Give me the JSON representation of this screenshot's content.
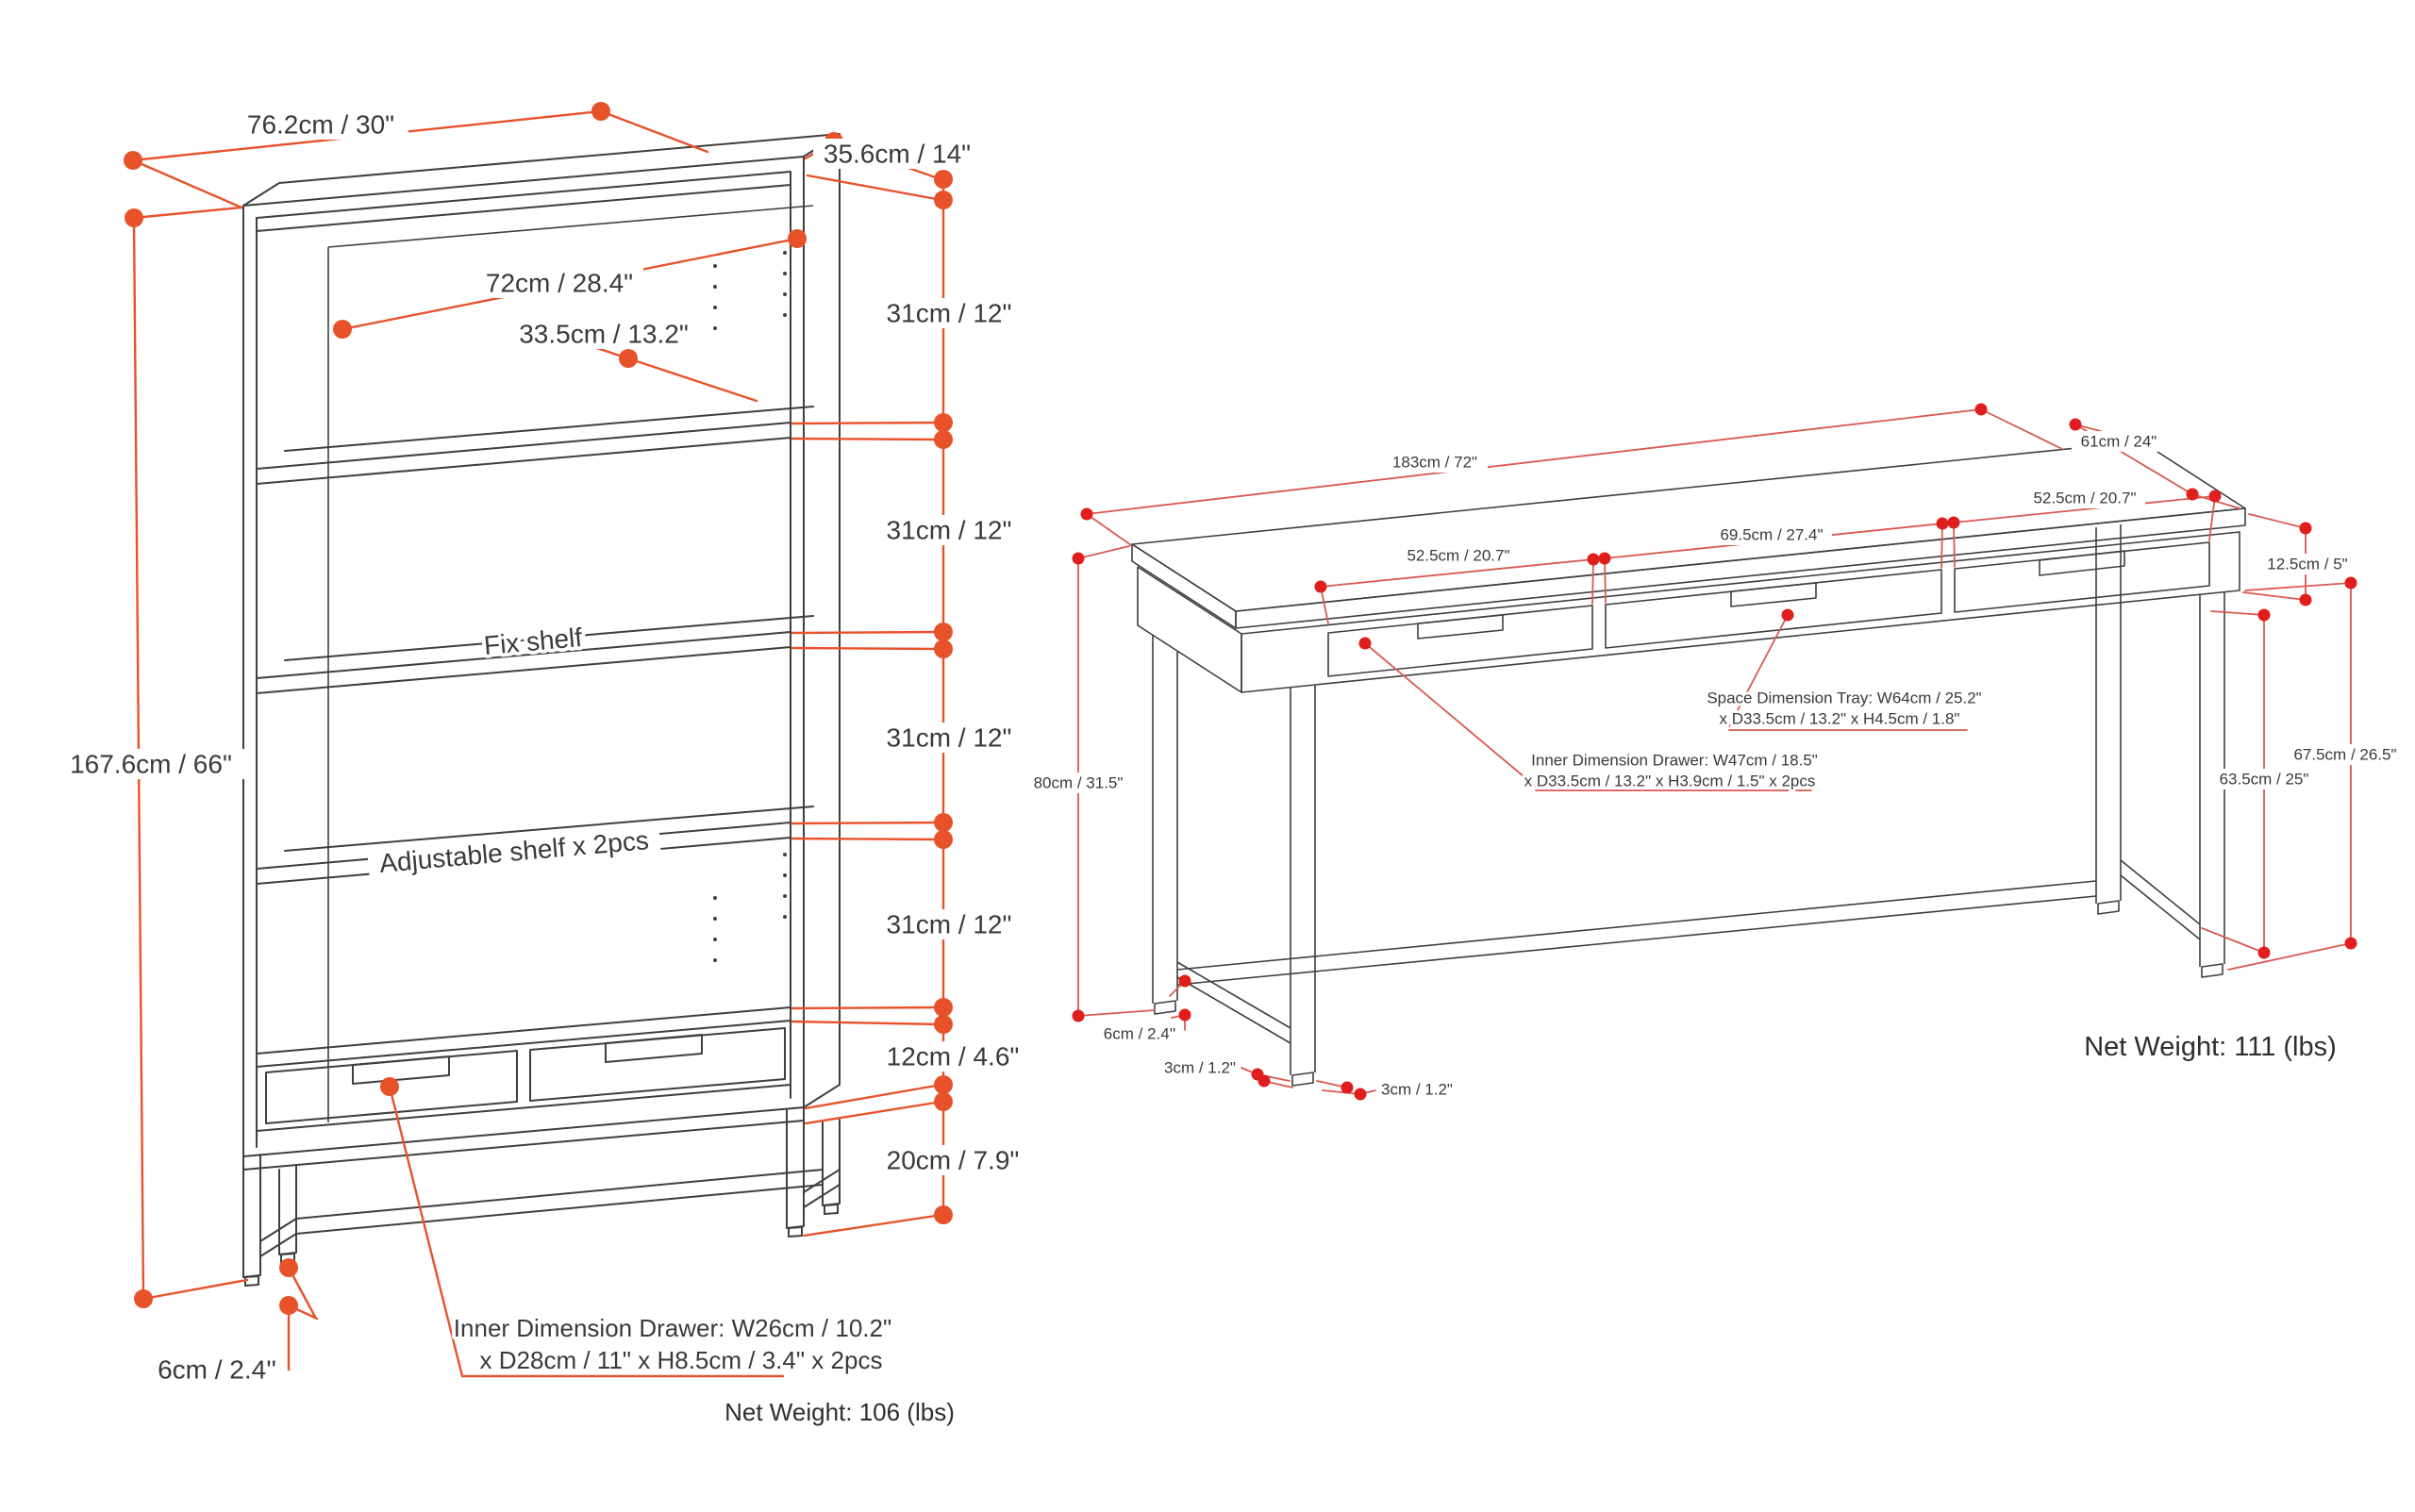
{
  "page": {
    "type": "furniture-assembly-dimension-diagram",
    "colors": {
      "bookcase_accent": "#e8522b",
      "desk_dim_line": "#d85a50",
      "desk_dim_dot": "#e01e1e",
      "line_ink": "#3f3f3f",
      "background": "#ffffff"
    }
  },
  "left": {
    "figure": "tall bookcase with two drawers on metal base",
    "width_label": "76.2cm / 30\"",
    "depth_label": "35.6cm / 14\"",
    "interior_width_label": "72cm / 28.4\"",
    "shelf_depth_label": "33.5cm / 13.2\"",
    "sections": [
      "31cm / 12\"",
      "31cm / 12\"",
      "31cm / 12\"",
      "31cm / 12\""
    ],
    "drawer_height_label": "12cm / 4.6\"",
    "base_height_label": "20cm / 7.9\"",
    "total_height_label": "167.6cm / 66\"",
    "foot_label": "6cm / 2.4''",
    "fix_shelf_label": "Fix shelf",
    "adjustable_shelf_label": "Adjustable shelf x 2pcs",
    "drawer_note_line1": "Inner Dimension Drawer: W26cm / 10.2\"",
    "drawer_note_line2": "x D28cm / 11\" x H8.5cm / 3.4\" x 2pcs",
    "net_weight": "Net Weight:  106 (lbs)"
  },
  "right": {
    "figure": "wide console desk with three drawers on metal frame",
    "width_label": "183cm / 72\"",
    "depth_label": "61cm / 24\"",
    "drawer_left_label": "52.5cm / 20.7\"",
    "drawer_mid_label": "69.5cm / 27.4\"",
    "drawer_right_label": "52.5cm / 20.7\"",
    "apron_label": "12.5cm / 5\"",
    "height_label": "80cm / 31.5\"",
    "clearance_inner_label": "63.5cm / 25\"",
    "clearance_outer_label": "67.5cm / 26.5\"",
    "foot_label": "6cm / 2.4''",
    "leg_label_1": "3cm / 1.2\"",
    "leg_label_2": "3cm / 1.2\"",
    "tray_note_line1": "Space Dimension Tray: W64cm / 25.2\"",
    "tray_note_line2": "x D33.5cm / 13.2\" x H4.5cm / 1.8\"",
    "drawer_note_line1": "Inner Dimension Drawer: W47cm / 18.5\"",
    "drawer_note_line2": "x D33.5cm / 13.2\" x H3.9cm / 1.5\" x 2pcs",
    "net_weight": "Net Weight: 111 (lbs)"
  }
}
